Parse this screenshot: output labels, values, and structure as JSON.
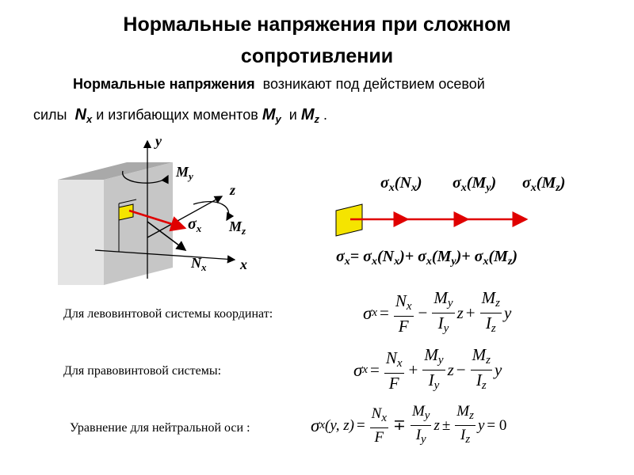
{
  "title_line1": "Нормальные напряжения при сложном",
  "title_line2": "сопротивлении",
  "intro": {
    "bold": "Нормальные напряжения",
    "rest1": "возникают под действием осевой",
    "line2_start": "силы",
    "nx": "N",
    "x": "x",
    "mid": "и изгибающих моментов",
    "my": "M",
    "y": "y",
    "and": "и",
    "mz": "M",
    "z": "z",
    "end": "."
  },
  "diagram": {
    "y": "y",
    "z": "z",
    "x": "x",
    "My": "M",
    "My_sub": "y",
    "Mz": "M",
    "Mz_sub": "z",
    "sigma": "σ",
    "sigma_sub": "x",
    "Nx": "N",
    "Nx_sub": "x"
  },
  "components": {
    "c1": "σ",
    "c1_sub": "x",
    "c1_arg": "(N",
    "c1_arg_sub": "x",
    "c2": "σ",
    "c2_sub": "x",
    "c2_arg": "(M",
    "c2_arg_sub": "y",
    "c3": "σ",
    "c3_sub": "x",
    "c3_arg": "(M",
    "c3_arg_sub": "z",
    "close": ")"
  },
  "sum": {
    "lhs": "σ",
    "lhs_sub": "x",
    "eq": "= σ",
    "t1": "(N",
    "t1_sub": "x",
    "plus1": ")+ σ",
    "t2": "(M",
    "t2_sub": "y",
    "plus2": ")+ σ",
    "t3": "(M",
    "t3_sub": "z",
    "close": ")"
  },
  "rows": {
    "left_label": "Для левовинтовой системы координат:",
    "right_label": "Для правовинтовой системы:",
    "neutral_label": "Уравнение для нейтральной оси :"
  },
  "formula": {
    "sigma": "σ",
    "x": "x",
    "eq": "=",
    "N": "N",
    "F": "F",
    "M": "M",
    "I": "I",
    "y": "y",
    "z": "z",
    "plus": "+",
    "minus": "−",
    "mp": "∓",
    "pm": "±",
    "arg": "(y, z)",
    "zero": "= 0"
  },
  "colors": {
    "arrow": "#e00000",
    "patch": "#f5e400",
    "cube_front": "#e4e4e4",
    "cube_top": "#a9a9a9",
    "cube_side": "#c6c6c6"
  }
}
